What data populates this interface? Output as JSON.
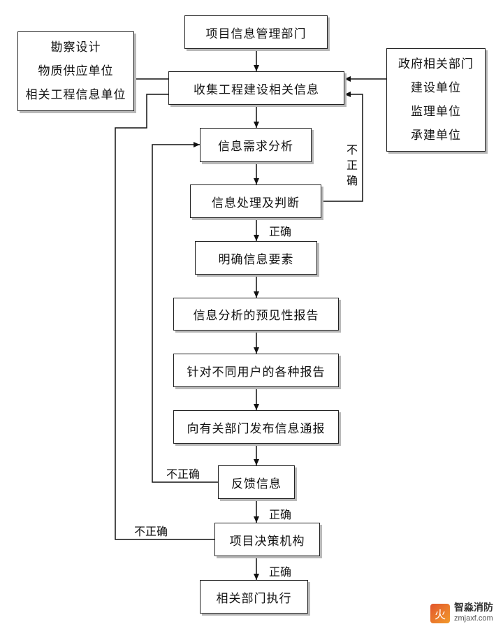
{
  "nodes": {
    "project_info_dept": "项目信息管理部门",
    "survey_design": "勘察设计",
    "material_supplier": "物质供应单位",
    "related_eng_info_unit": "相关工程信息单位",
    "gov_dept": "政府相关部门",
    "construction_unit": "建设单位",
    "supervision_unit": "监理单位",
    "contractor_unit": "承建单位",
    "collect_info": "收集工程建设相关信息",
    "demand_analysis": "信息需求分析",
    "process_judge": "信息处理及判断",
    "clarify_elements": "明确信息要素",
    "forecast_report": "信息分析的预见性报告",
    "user_reports": "针对不同用户的各种报告",
    "publish_bulletin": "向有关部门发布信息通报",
    "feedback": "反馈信息",
    "decision_body": "项目决策机构",
    "execute": "相关部门执行"
  },
  "labels": {
    "incorrect_vertical": [
      "不",
      "正",
      "确"
    ],
    "correct_1": "正确",
    "incorrect_feedback": "不正确",
    "correct_2": "正确",
    "incorrect_decision": "不正确",
    "correct_3": "正确"
  },
  "watermark": {
    "mark": "火",
    "name": "智淼消防",
    "url": "zmjaxf.com"
  }
}
